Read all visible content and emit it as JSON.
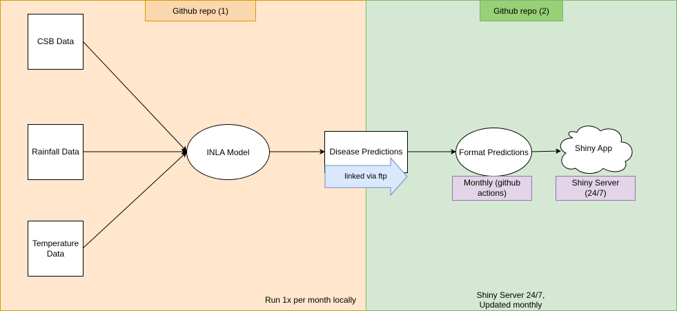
{
  "regions": {
    "left_repo_label": "Github repo (1)",
    "right_repo_label": "Github repo (2)",
    "left_note": "Run 1x per month locally",
    "right_note_line1": "Shiny Server 24/7,",
    "right_note_line2": "Updated monthly"
  },
  "inputs": {
    "csb": "CSB Data",
    "rainfall": "Rainfall Data",
    "temperature_line1": "Temperature",
    "temperature_line2": "Data"
  },
  "nodes": {
    "inla_model": "INLA Model",
    "disease_predictions": "Disease Predictions",
    "format_predictions": "Format Predictions",
    "shiny_app": "Shiny App"
  },
  "annotations": {
    "linked_via_ftp": "linked via ftp",
    "monthly_line1": "Monthly (github",
    "monthly_line2": "actions)",
    "shiny_server_line1": "Shiny Server",
    "shiny_server_line2": "(24/7)"
  },
  "colors": {
    "left_region_fill": "#ffe6cc",
    "left_region_stroke": "#d79b00",
    "right_region_fill": "#d5e8d4",
    "right_region_stroke": "#82b366",
    "repo1_fill": "#fad7ac",
    "repo2_fill": "#97d077",
    "annotation_fill": "#e1d5e7",
    "annotation_stroke": "#9673a6",
    "ftp_arrow_fill": "#dae8fc",
    "ftp_arrow_stroke": "#6c8ebf"
  }
}
